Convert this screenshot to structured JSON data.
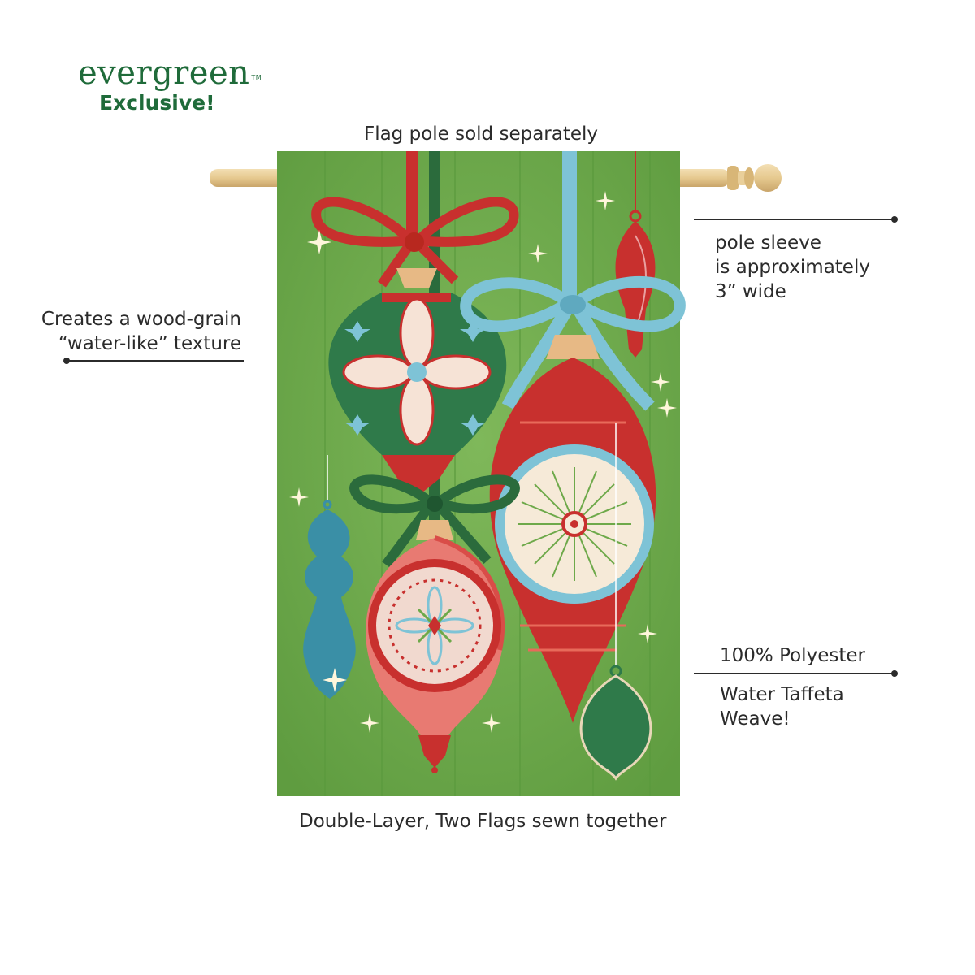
{
  "brand": {
    "name": "evergreen",
    "trademark": "TM",
    "tagline": "Exclusive!",
    "color": "#1f6b3a"
  },
  "notes": {
    "top": "Flag pole sold separately",
    "left_line1": "Creates a wood-grain",
    "left_line2": "“water-like” texture",
    "right1_line1": "pole sleeve",
    "right1_line2": "is approximately",
    "right1_line3": "3” wide",
    "right2": "100% Polyester",
    "right3_line1": "Water Taffeta",
    "right3_line2": "Weave!",
    "bottom": "Double-Layer, Two Flags sewn together"
  },
  "flag": {
    "background_color": "#6ea94a",
    "ornament_colors": [
      "#c8302e",
      "#2f7a4a",
      "#7ec3d6",
      "#3a8fa6",
      "#e8d7b8"
    ],
    "pole_color": "#e9cf9a"
  }
}
